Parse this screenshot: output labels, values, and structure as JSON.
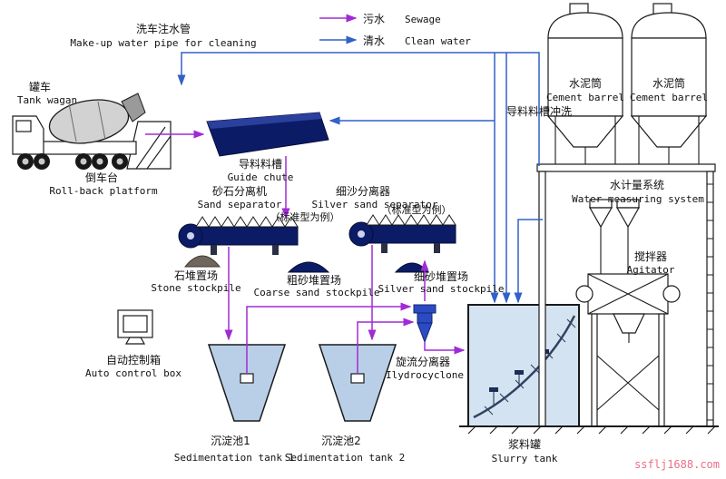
{
  "page": {
    "watermark": "ssflj1688.com"
  },
  "legend": {
    "sewage": {
      "cn": "污水",
      "en": "Sewage"
    },
    "clean": {
      "cn": "清水",
      "en": "Clean water"
    }
  },
  "components": {
    "makeup_pipe": {
      "cn": "洗车注水管",
      "en": "Make-up water pipe for cleaning"
    },
    "tank_wagon": {
      "cn": "罐车",
      "en": "Tank wagan"
    },
    "rollback_platform": {
      "cn": "倒车台",
      "en": "Roll-back platform"
    },
    "chute_flush": {
      "cn": "导料料槽冲洗"
    },
    "guide_chute": {
      "cn": "导料料槽",
      "en": "Guide chute"
    },
    "sand_separator": {
      "cn": "砂石分离机",
      "en": "Sand separator",
      "note": "（标准型为例）"
    },
    "silver_sand_separator": {
      "cn": "细沙分离器",
      "en": "Silver sand separator",
      "note": "（标准型为例）"
    },
    "stone_stockpile": {
      "cn": "石堆置场",
      "en": "Stone stockpile"
    },
    "coarse_sand_stockpile": {
      "cn": "粗砂堆置场",
      "en": "Coarse sand stockpile"
    },
    "silver_sand_stockpile": {
      "cn": "细砂堆置场",
      "en": "Silver sand stockpile"
    },
    "auto_control_box": {
      "cn": "自动控制箱",
      "en": "Auto control box"
    },
    "sedimentation_tank_1": {
      "cn": "沉淀池1",
      "en": "Sedimentation tank 1"
    },
    "sedimentation_tank_2": {
      "cn": "沉淀池2",
      "en": "Sedimentation tank 2"
    },
    "hydrocyclone": {
      "cn": "旋流分离器",
      "en": "Ilydrocyclone"
    },
    "slurry_tank": {
      "cn": "浆料罐",
      "en": "Slurry tank"
    },
    "cement_barrel_1": {
      "cn": "水泥筒",
      "en": "Cement barrel"
    },
    "cement_barrel_2": {
      "cn": "水泥筒",
      "en": "Cement barrel"
    },
    "water_measuring_system": {
      "cn": "水计量系统",
      "en": "Water measuring system"
    },
    "agitator": {
      "cn": "搅拌器",
      "en": "Agitator"
    }
  },
  "colors": {
    "sewage": "#A02BD5",
    "clean": "#3161C9",
    "machine": "#0C1B66",
    "tankfill": "#B9CFE8",
    "slurryfill": "#D4E3F1",
    "stone": "#6F675E",
    "watermark": "#E8708A",
    "ink": "#1A1A1A"
  }
}
